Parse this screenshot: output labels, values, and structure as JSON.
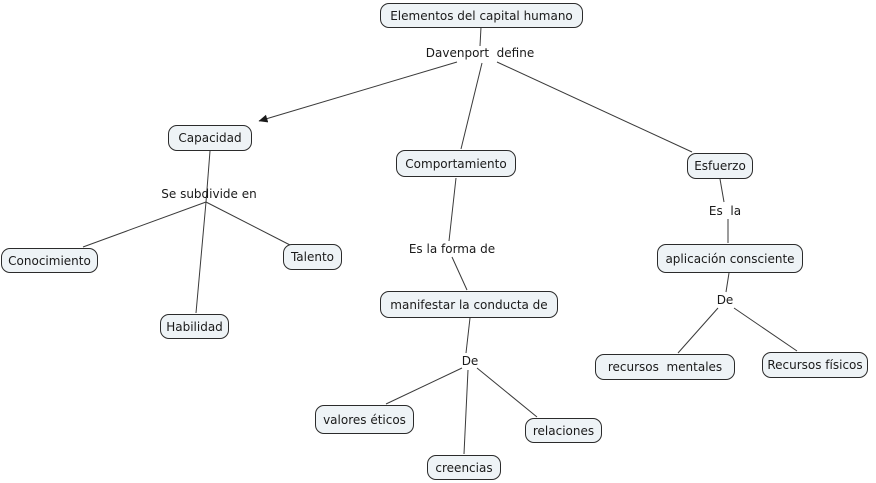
{
  "diagram": {
    "background_color": "#ffffff",
    "node_fill_color": "#eef3f6",
    "node_border_color": "#2b2b2b",
    "line_color": "#3a3a3a",
    "nodes": {
      "root": {
        "label": "Elementos del capital humano"
      },
      "capacidad": {
        "label": "Capacidad"
      },
      "comportamiento": {
        "label": "Comportamiento"
      },
      "esfuerzo": {
        "label": "Esfuerzo"
      },
      "conocimiento": {
        "label": "Conocimiento"
      },
      "habilidad": {
        "label": "Habilidad"
      },
      "talento": {
        "label": "Talento"
      },
      "manifestar": {
        "label": "manifestar la conducta de"
      },
      "valores_eticos": {
        "label": "valores éticos"
      },
      "creencias": {
        "label": "creencias"
      },
      "relaciones": {
        "label": "relaciones"
      },
      "aplicacion": {
        "label": "aplicación consciente"
      },
      "recursos_mentales": {
        "label": "recursos  mentales"
      },
      "recursos_fisicos": {
        "label": "Recursos físicos"
      }
    },
    "linking_phrases": {
      "davenport_define": {
        "label": "Davenport  define"
      },
      "se_subdivide_en": {
        "label": "Se subdivide en"
      },
      "es_la_forma_de": {
        "label": "Es la forma de"
      },
      "de_conducta": {
        "label": "De"
      },
      "es_la": {
        "label": "Es  la"
      },
      "de_aplicacion": {
        "label": "De"
      }
    }
  }
}
